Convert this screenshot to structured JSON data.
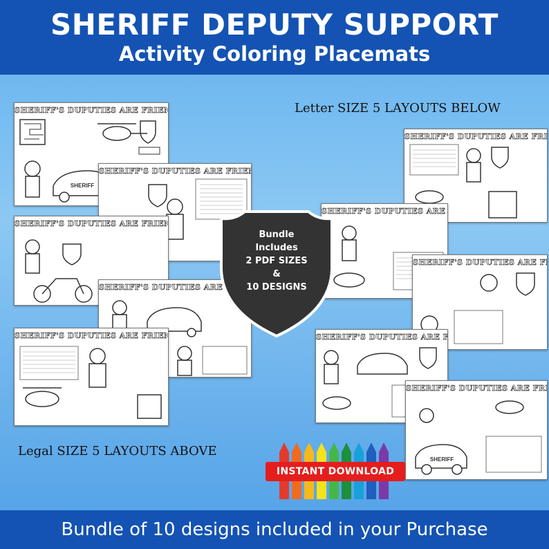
{
  "header": {
    "title": "SHERIFF DEPUTY SUPPORT",
    "subtitle": "Activity Coloring Placemats"
  },
  "captions": {
    "letter": "Letter SIZE 5 LAYOUTS BELOW",
    "legal": "Legal SIZE 5 LAYOUTS ABOVE"
  },
  "sheet": {
    "heading": "SHERIFF'S DUPUTIES ARE FRIENDS",
    "vehicle_label": "SHERIFF"
  },
  "badge": {
    "line1": "Bundle",
    "line2": "Includes",
    "line3": "2 PDF  SIZES",
    "line4": "&",
    "line5": "10 DESIGNS"
  },
  "download_label": "INSTANT DOWNLOAD",
  "footer": "Bundle of 10 designs included in your Purchase",
  "colors": {
    "banner": "#1453b3",
    "badge": "#333333",
    "download": "#e51d1d"
  }
}
